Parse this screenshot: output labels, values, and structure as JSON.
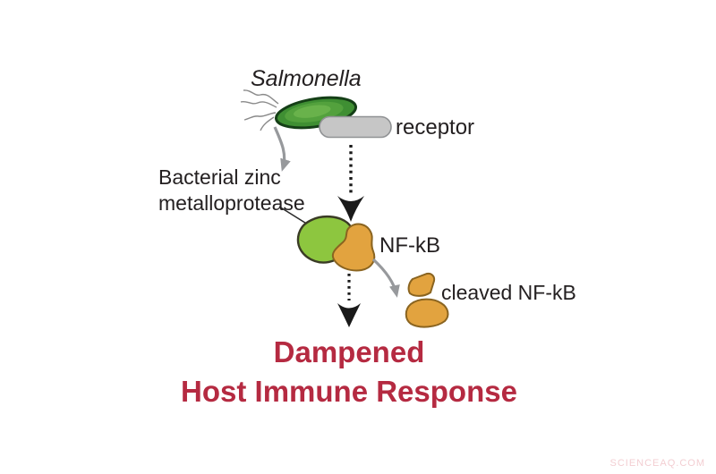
{
  "canvas": {
    "background": "#ffffff"
  },
  "labels": {
    "salmonella": "Salmonella",
    "receptor": "receptor",
    "protease_line1": "Bacterial zinc",
    "protease_line2": "metalloprotease",
    "nfkb": "NF-kB",
    "cleaved_nfkb": "cleaved NF-kB"
  },
  "title": {
    "line1": "Dampened",
    "line2": "Host Immune Response"
  },
  "watermark": "SCIENCEAQ.COM",
  "colors": {
    "text": "#231f20",
    "title": "#b52a41",
    "bacterium_fill": "#3f8f33",
    "bacterium_mid": "#55a33e",
    "bacterium_core": "#6cb44c",
    "bacterium_border": "#153f17",
    "flagella": "#8a8a8a",
    "receptor_fill": "#c6c6c6",
    "receptor_border": "#909294",
    "protease_fill": "#8dc63f",
    "protease_border": "#3a3b25",
    "nfkb_fill": "#e2a33f",
    "nfkb_border": "#8a6420",
    "gray_arrow": "#97999c",
    "pointer_line": "#2b2b2b",
    "black_arrow": "#1a1a1a",
    "watermark": "#f3ced2"
  },
  "icons": {
    "bacterium": "green-tilted-ellipse-with-flagella",
    "receptor": "gray-pill-shape",
    "protease_blob": "green-irregular-polygon",
    "nfkb_blob": "orange-irregular-blob",
    "cleaved_pieces": "two-orange-fragments",
    "dotted_arrow": "black-dotted-arrow-down",
    "curved_arrow": "gray-curved-arrow"
  }
}
